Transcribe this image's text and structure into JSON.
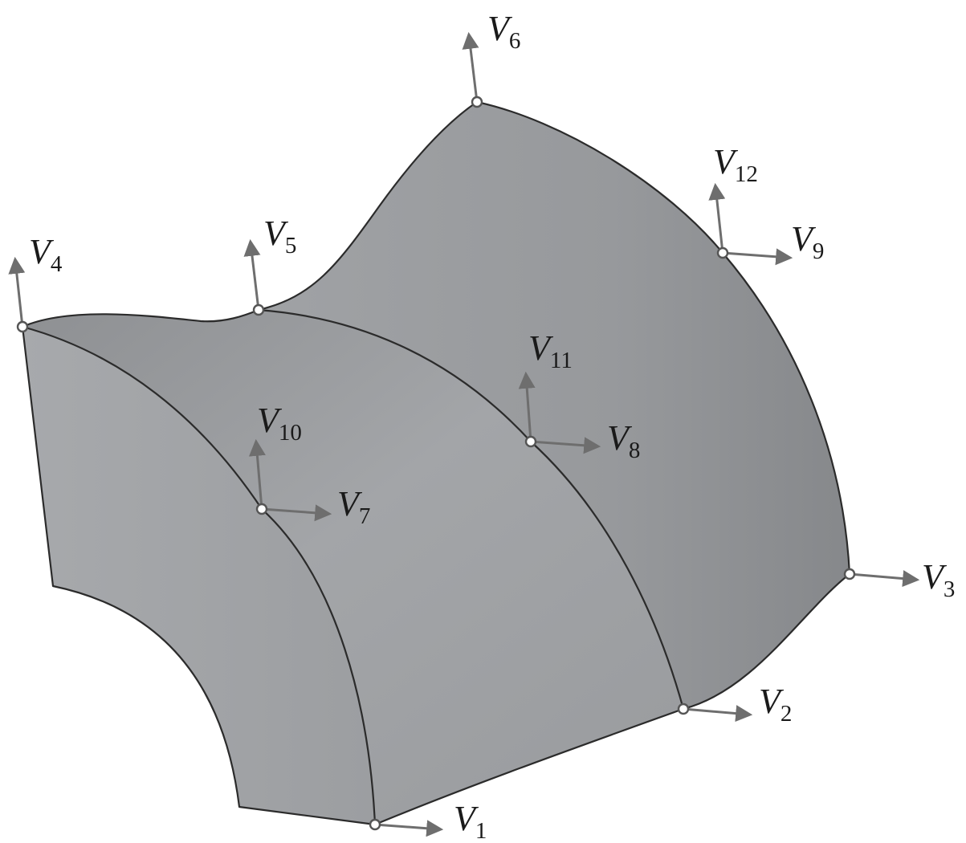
{
  "diagram": {
    "vertices": [
      {
        "id": "V1",
        "main": "V",
        "sub": "1"
      },
      {
        "id": "V2",
        "main": "V",
        "sub": "2"
      },
      {
        "id": "V3",
        "main": "V",
        "sub": "3"
      },
      {
        "id": "V4",
        "main": "V",
        "sub": "4"
      },
      {
        "id": "V5",
        "main": "V",
        "sub": "5"
      },
      {
        "id": "V6",
        "main": "V",
        "sub": "6"
      },
      {
        "id": "V7",
        "main": "V",
        "sub": "7"
      },
      {
        "id": "V8",
        "main": "V",
        "sub": "8"
      },
      {
        "id": "V9",
        "main": "V",
        "sub": "9"
      },
      {
        "id": "V10",
        "main": "V",
        "sub": "10"
      },
      {
        "id": "V11",
        "main": "V",
        "sub": "11"
      },
      {
        "id": "V12",
        "main": "V",
        "sub": "12"
      }
    ],
    "colors": {
      "surface_light": "#a9abae",
      "surface_mid": "#9a9c9f",
      "surface_dark": "#85878a",
      "edge": "#2b2b2b",
      "arrow": "#6e6e6e",
      "label": "#1a1a1a"
    }
  }
}
